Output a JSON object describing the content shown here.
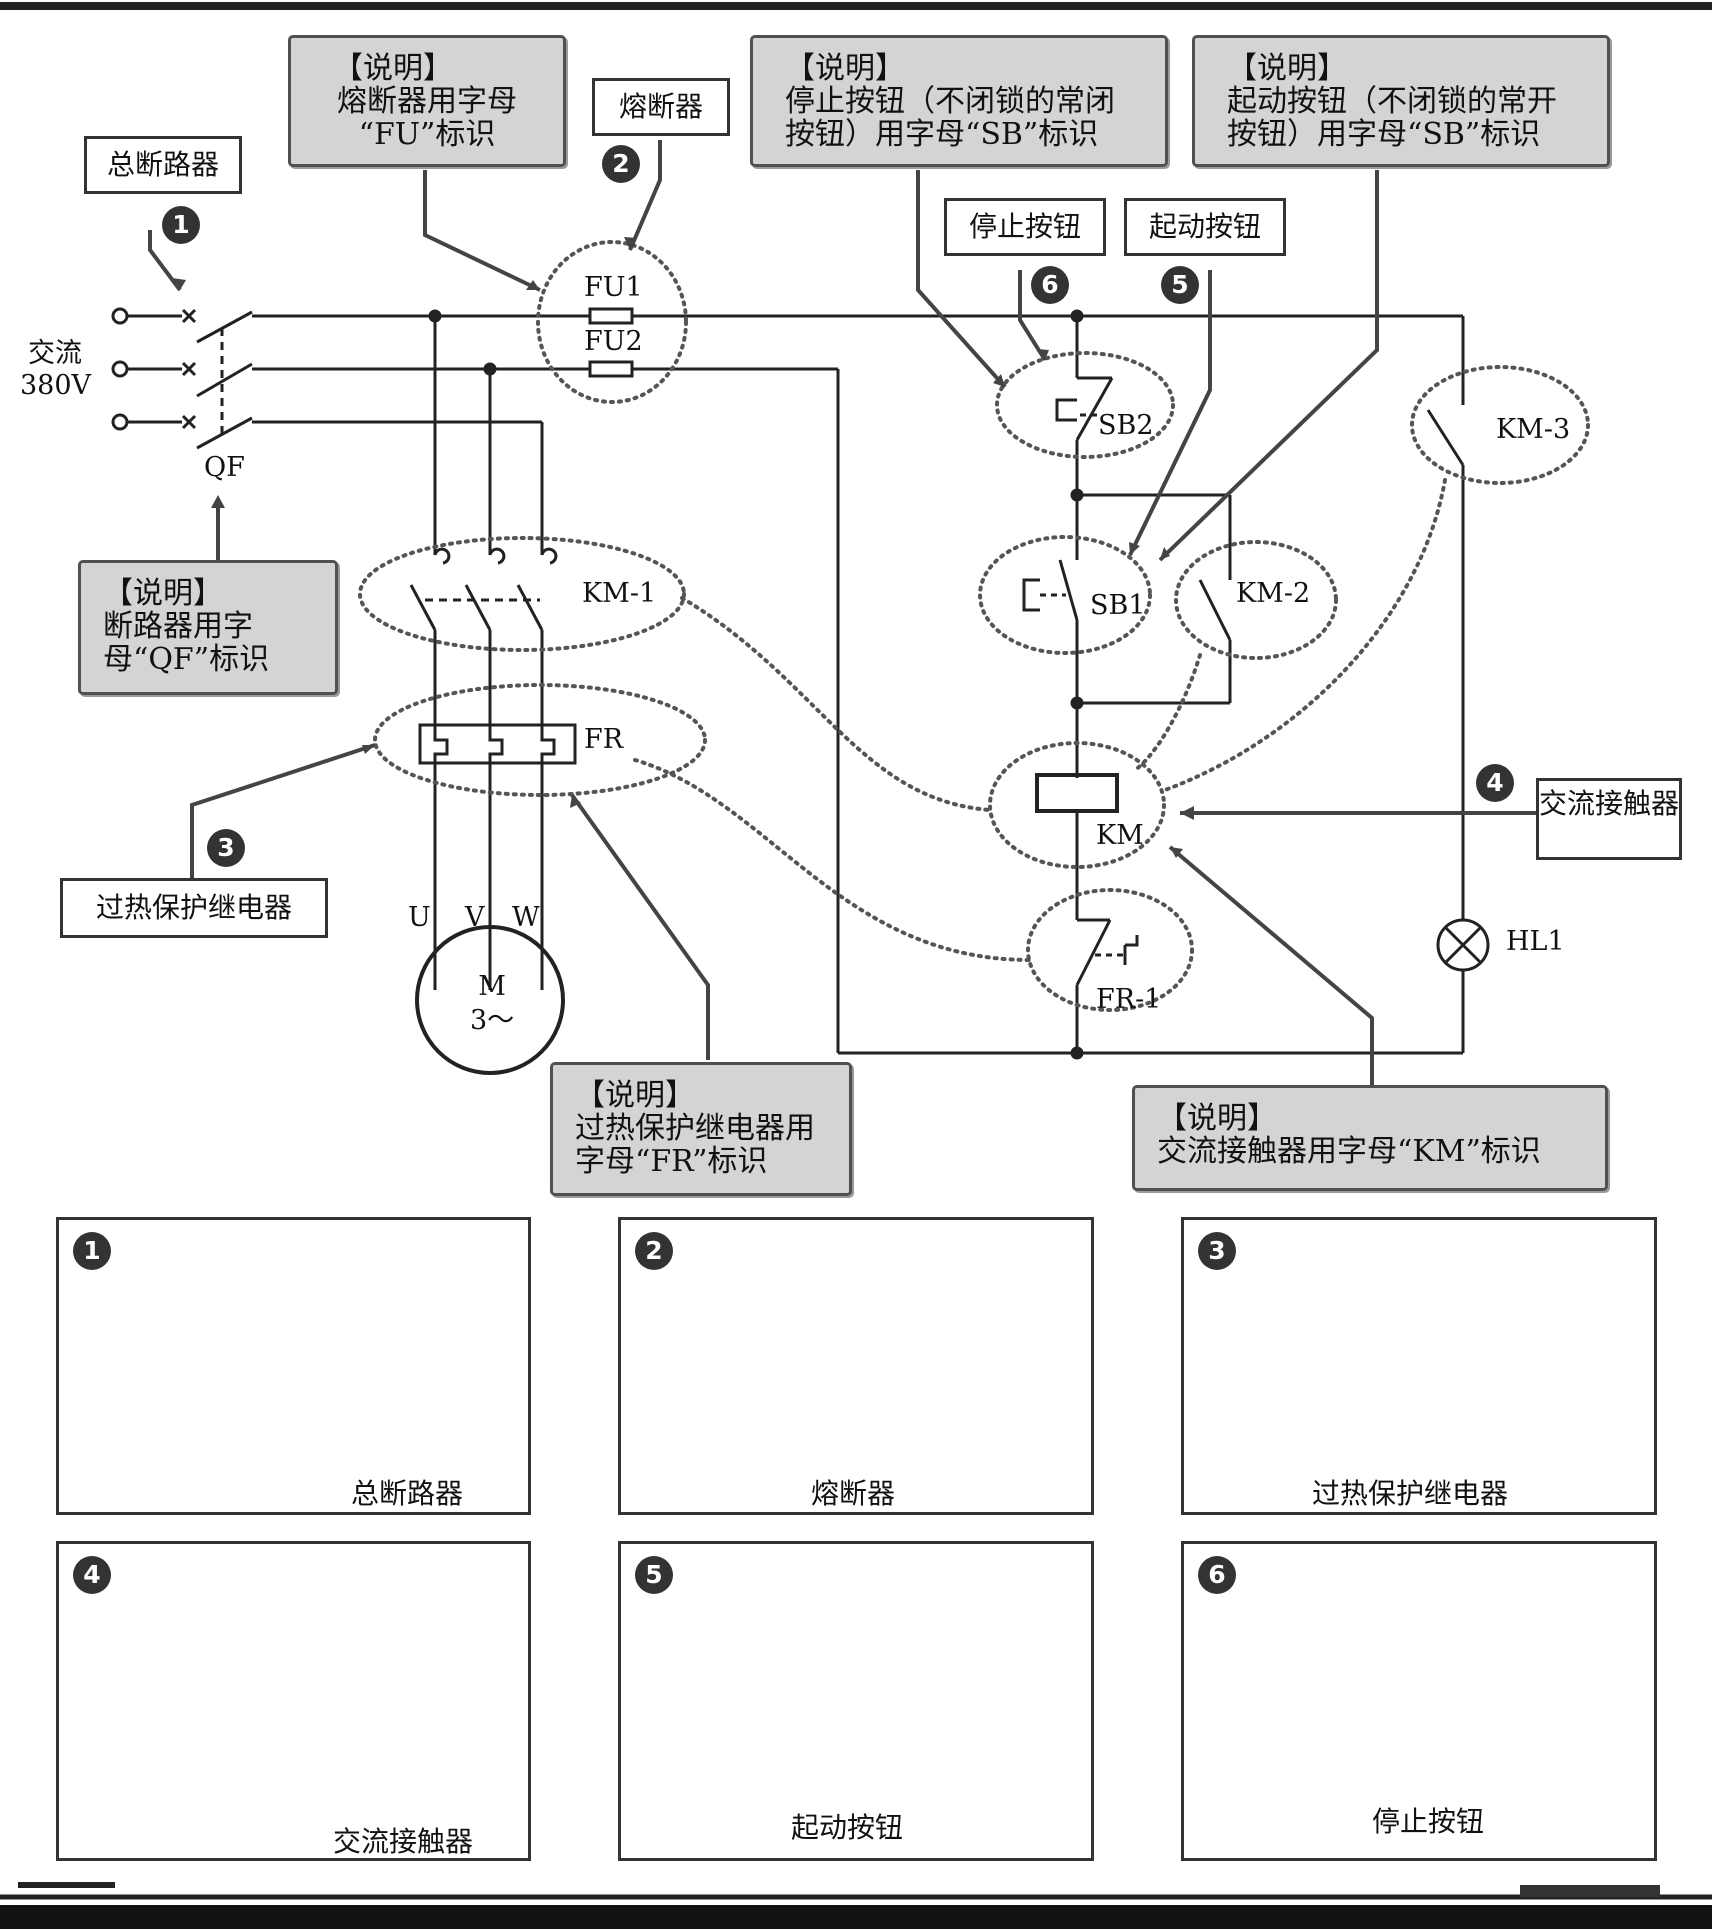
{
  "labels": {
    "main_breaker": "总断路器",
    "fuse": "熔断器",
    "stop_button": "停止按钮",
    "start_button": "起动按钮",
    "overload_relay": "过热保护继电器",
    "contactor": "交流接触器"
  },
  "notes": {
    "fu": {
      "title": "【说明】",
      "line1": "熔断器用字母",
      "line2": "“FU”标识"
    },
    "sb_stop": {
      "title": "【说明】",
      "line1": "停止按钮（不闭锁的常闭",
      "line2": "按钮）用字母“SB”标识"
    },
    "sb_start": {
      "title": "【说明】",
      "line1": "起动按钮（不闭锁的常开",
      "line2": "按钮）用字母“SB”标识"
    },
    "qf": {
      "title": "【说明】",
      "line1": "断路器用字",
      "line2": "母“QF”标识"
    },
    "fr": {
      "title": "【说明】",
      "line1": "过热保护继电器用",
      "line2": "字母“FR”标识"
    },
    "km": {
      "title": "【说明】",
      "line1": "交流接触器用字母“KM”标识"
    }
  },
  "badges": [
    "1",
    "2",
    "3",
    "4",
    "5",
    "6"
  ],
  "supply": {
    "line1": "交流",
    "line2": "380V"
  },
  "symbols": {
    "qf": "QF",
    "fu1": "FU1",
    "fu2": "FU2",
    "km1": "KM-1",
    "fr": "FR",
    "sb2": "SB2",
    "sb1": "SB1",
    "km2": "KM-2",
    "km3": "KM-3",
    "km": "KM",
    "fr1": "FR-1",
    "hl1": "HL1",
    "u": "U",
    "v": "V",
    "w": "W",
    "motor_m": "M",
    "motor_phase": "3～"
  },
  "panels": [
    {
      "num": "1",
      "caption": "总断路器",
      "icon": "breaker-photo"
    },
    {
      "num": "2",
      "caption": "熔断器",
      "icon": "fuse-photo"
    },
    {
      "num": "3",
      "caption": "过热保护继电器",
      "icon": "relay-photo"
    },
    {
      "num": "4",
      "caption": "交流接触器",
      "icon": "contactor-photo"
    },
    {
      "num": "5",
      "caption": "起动按钮",
      "icon": "start-button-photo"
    },
    {
      "num": "6",
      "caption": "停止按钮",
      "icon": "stop-button-photo"
    }
  ],
  "colors": {
    "line": "#222222",
    "note_bg": "#d4d4d4",
    "dotted": "#555555"
  }
}
